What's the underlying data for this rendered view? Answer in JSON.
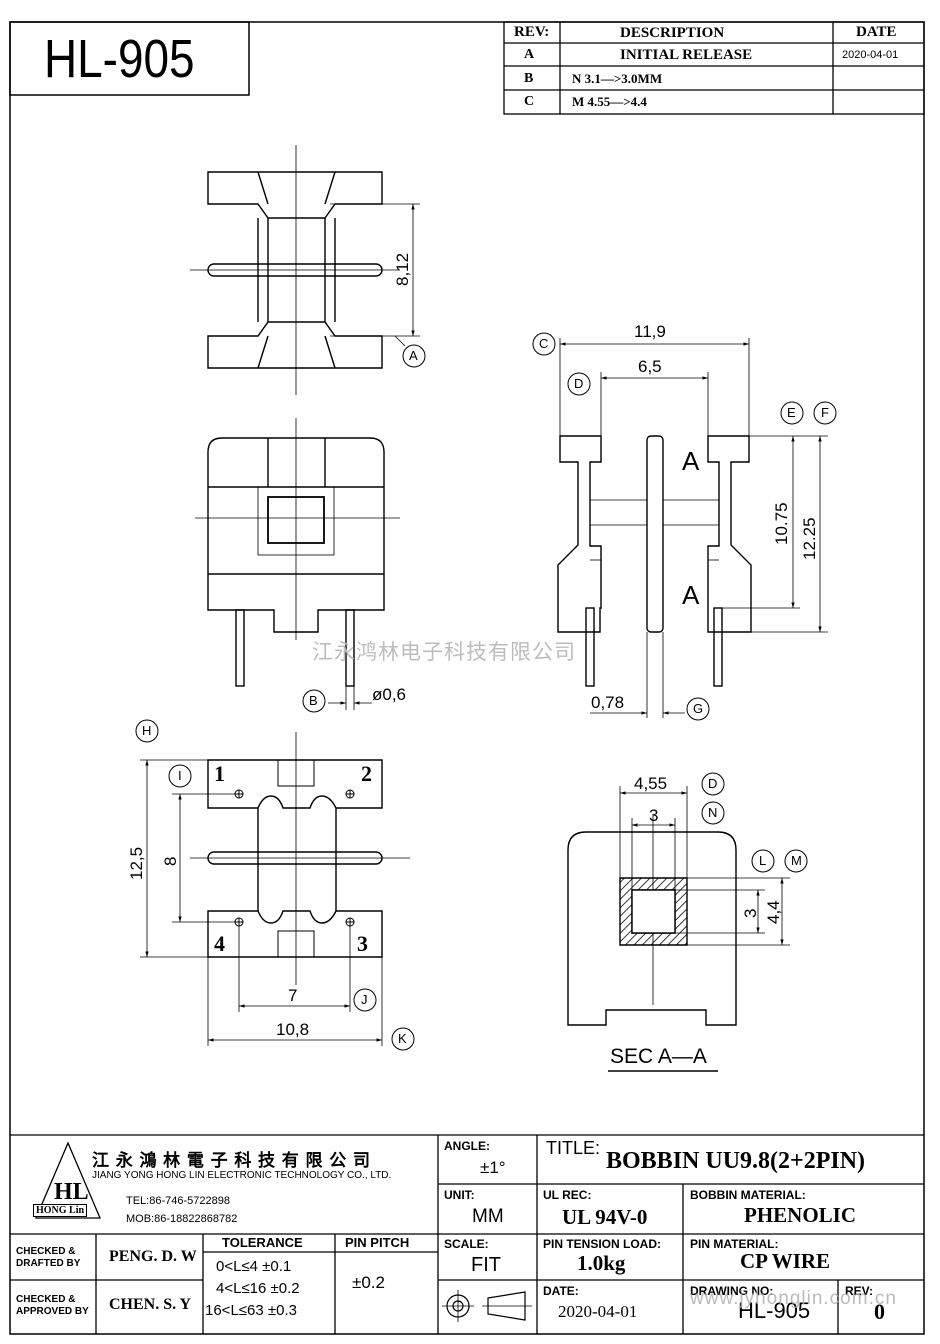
{
  "part_number": "HL-905",
  "revision_table": {
    "headers": {
      "rev": "REV:",
      "description": "DESCRIPTION",
      "date": "DATE"
    },
    "rows": [
      {
        "rev": "A",
        "description": "INITIAL RELEASE",
        "date": "2020-04-01"
      },
      {
        "rev": "B",
        "description": "N 3.1—>3.0MM",
        "date": ""
      },
      {
        "rev": "C",
        "description": "M 4.55—>4.4",
        "date": ""
      }
    ]
  },
  "dimensions": {
    "top_view_height": "8,12",
    "overall_width": "11,9",
    "inner_width": "6,5",
    "height_a": "10.75",
    "height_b": "12.25",
    "flange_thickness": "0,78",
    "pin_diameter": "ø0,6",
    "bottom_total": "12,5",
    "bottom_pitch": "8",
    "bottom_pin_span": "7",
    "bottom_width": "10,8",
    "section_outer": "4,55",
    "section_inner": "3",
    "section_right_outer": "4,4",
    "section_right_inner": "3"
  },
  "callouts": {
    "a": "A",
    "b": "B",
    "c": "C",
    "d": "D",
    "e": "E",
    "f": "F",
    "g": "G",
    "h": "H",
    "i": "I",
    "j": "J",
    "k": "K",
    "l": "L",
    "m": "M",
    "n": "N",
    "d2": "D"
  },
  "section_marks": {
    "top": "A",
    "bottom": "A"
  },
  "section_label": "SEC A—A",
  "pin_numbers": {
    "p1": "1",
    "p2": "2",
    "p3": "3",
    "p4": "4"
  },
  "watermark": "江永鸿林电子科技有限公司",
  "title_block": {
    "company_cn": "江 永 鴻 林 電 子 科 技 有 限 公 司",
    "company_en": "JIANG YONG HONG LIN ELECTRONIC TECHNOLOGY CO., LTD.",
    "logo_text": "HL",
    "logo_sub": "HONG Lin",
    "tel": "TEL:86-746-5722898",
    "mob": "MOB:86-18822868782",
    "angle_label": "ANGLE:",
    "angle_value": "±1°",
    "title_label": "TITLE:",
    "title_value": "BOBBIN UU9.8(2+2PIN)",
    "unit_label": "UNIT:",
    "unit_value": "MM",
    "ul_label": "UL REC:",
    "ul_value": "UL 94V-0",
    "bobbin_material_label": "BOBBIN MATERIAL:",
    "bobbin_material_value": "PHENOLIC",
    "checked_drafted_label": "CHECKED & DRAFTED BY",
    "checked_drafted_value": "PENG. D. W",
    "checked_approved_label": "CHECKED & APPROVED BY",
    "checked_approved_value": "CHEN. S. Y",
    "tolerance_label": "TOLERANCE",
    "tolerance_rows": [
      "0<L≤4  ±0.1",
      "4<L≤16  ±0.2",
      "16<L≤63 ±0.3"
    ],
    "pin_pitch_label": "PIN PITCH",
    "pin_pitch_value": "±0.2",
    "scale_label": "SCALE:",
    "scale_value": "FIT",
    "pin_tension_label": "PIN TENSION LOAD:",
    "pin_tension_value": "1.0kg",
    "pin_material_label": "PIN MATERIAL:",
    "pin_material_value": "CP WIRE",
    "date_label": "DATE:",
    "date_value": "2020-04-01",
    "drawing_no_label": "DRAWING NO:",
    "drawing_no_value": "HL-905",
    "rev_label": "REV:",
    "rev_value": "0",
    "website_watermark": "www.jyhonglin.com.cn"
  }
}
